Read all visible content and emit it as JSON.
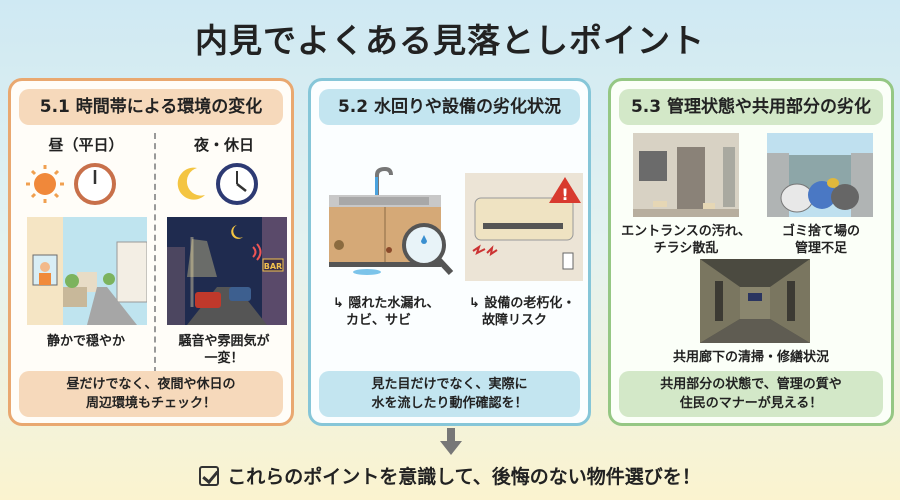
{
  "title": "内見でよくある見落としポイント",
  "panels": [
    {
      "header": "5.1 時間帯による環境の変化",
      "day_label": "昼（平日）",
      "night_label": "夜・休日",
      "day_caption": "静かで穏やか",
      "night_caption": "騒音や雰囲気が\n一変！",
      "bar_sign": "BAR",
      "note": "昼だけでなく、夜間や休日の\n周辺環境もチェック！"
    },
    {
      "header": "5.2 水回りや設備の劣化状況",
      "caption1": "↳ 隠れた水漏れ、\n　カビ、サビ",
      "caption2": "↳ 設備の老朽化・\n　故障リスク",
      "note": "見た目だけでなく、実際に\n水を流したり動作確認を！"
    },
    {
      "header": "5.3 管理状態や共用部分の劣化",
      "caption1": "エントランスの汚れ、\nチラシ散乱",
      "caption2": "ゴミ捨て場の\n管理不足",
      "caption3": "共用廊下の清掃・修繕状況",
      "note": "共用部分の状態で、管理の質や\n住民のマナーが見える！"
    }
  ],
  "footer": "これらのポイントを意識して、後悔のない物件選びを！",
  "colors": {
    "orange": "#e9a870",
    "blue": "#86c6d8",
    "green": "#95c784"
  }
}
